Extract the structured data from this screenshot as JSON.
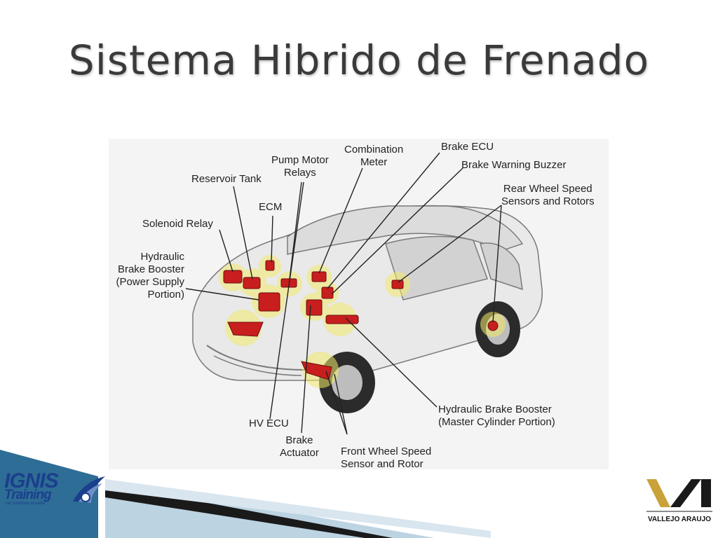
{
  "slide": {
    "title": "Sistema Hibrido de Frenado"
  },
  "diagram": {
    "labels": {
      "combination_meter": [
        "Combination",
        "Meter"
      ],
      "brake_ecu": "Brake ECU",
      "brake_warning_buzzer": "Brake Warning Buzzer",
      "pump_motor_relays": [
        "Pump Motor",
        "Relays"
      ],
      "reservoir_tank": "Reservoir Tank",
      "ecm": "ECM",
      "rear_wheel_speed": [
        "Rear Wheel Speed",
        "Sensors and Rotors"
      ],
      "solenoid_relay": "Solenoid Relay",
      "hydraulic_brake_booster_power": [
        "Hydraulic",
        "Brake Booster",
        "(Power Supply",
        "Portion)"
      ],
      "hydraulic_brake_booster_master": [
        "Hydraulic Brake Booster",
        "(Master Cylinder Portion)"
      ],
      "hv_ecu": "HV ECU",
      "brake_actuator": [
        "Brake",
        "Actuator"
      ],
      "front_wheel_speed": [
        "Front Wheel Speed",
        "Sensor and Rotor"
      ]
    },
    "colors": {
      "component": "#c81e1e",
      "highlight": "#f3ea6a",
      "car_line": "#7a7a7a"
    }
  },
  "logos": {
    "left": {
      "word": "IGNIS",
      "sub": "Training",
      "tag": "car solutions ecuador"
    },
    "right": {
      "name": "VALLEJO ARAUJO"
    }
  }
}
